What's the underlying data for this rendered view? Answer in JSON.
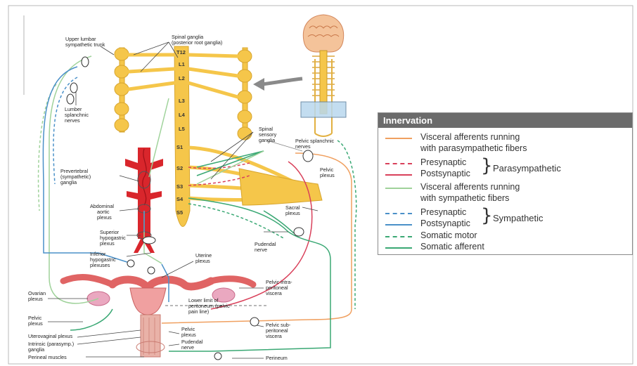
{
  "diagram": {
    "spine_labels": [
      "T12",
      "L1",
      "L2",
      "L3",
      "L4",
      "L5",
      "S1",
      "S2",
      "S3",
      "S4",
      "S5"
    ],
    "labels": {
      "upper_lumbar_1": "Upper lumbar",
      "upper_lumbar_2": "sympathetic trunk",
      "spinal_ganglia_1": "Spinal ganglia",
      "spinal_ganglia_2": "(posterior root ganglia)",
      "lumbar_splanchnic_1": "Lumber",
      "lumbar_splanchnic_2": "splanchnic",
      "lumbar_splanchnic_3": "nerves",
      "spinal_sensory_1": "Spinal",
      "spinal_sensory_2": "sensory",
      "spinal_sensory_3": "ganglia",
      "pelvic_splanchnic_1": "Pelvic splanchnic",
      "pelvic_splanchnic_2": "nerves",
      "pelvic_plexus_r1": "Pelvic",
      "pelvic_plexus_r2": "plexus",
      "prevertebral_1": "Prevertebral",
      "prevertebral_2": "(sympathetic)",
      "prevertebral_3": "ganglia",
      "abdominal_aortic_1": "Abdominal",
      "abdominal_aortic_2": "aortic",
      "abdominal_aortic_3": "plexus",
      "sacral_plexus_1": "Sacral",
      "sacral_plexus_2": "plexus",
      "superior_hypogastric_1": "Superior",
      "superior_hypogastric_2": "hypogastric",
      "superior_hypogastric_3": "plexus",
      "pudendal_nerve_1": "Pudendal",
      "pudendal_nerve_2": "nerve",
      "inferior_hypogastric_1": "Inferior",
      "inferior_hypogastric_2": "hypogastric",
      "inferior_hypogastric_3": "plexuses",
      "uterine_plexus_1": "Uterine",
      "uterine_plexus_2": "plexus",
      "ovarian_plexus_1": "Ovarian",
      "ovarian_plexus_2": "plexus",
      "pelvic_intra_1": "Pelvic intra-",
      "pelvic_intra_2": "peritoneal",
      "pelvic_intra_3": "viscera",
      "lower_limit_1": "Lower limit of",
      "lower_limit_2": "peritoneum (pelvic",
      "lower_limit_3": "pain line)",
      "pelvic_plexus_l1": "Pelvic",
      "pelvic_plexus_l2": "plexus",
      "pelvic_sub_1": "Pelvic sub-",
      "pelvic_sub_2": "peritoneal",
      "pelvic_sub_3": "viscera",
      "uterovaginal": "Uterovaginal plexus",
      "pelvic_plexus_c1": "Pelvic",
      "pelvic_plexus_c2": "plexus",
      "intrinsic_1": "Intrinsic (parasymp.)",
      "intrinsic_2": "ganglia",
      "pudendal_c1": "Pudendal",
      "pudendal_c2": "nerve",
      "perineal_muscles": "Perineal muscles",
      "perineum": "Perineum"
    }
  },
  "legend": {
    "title": "Innervation",
    "visceral_para_1": "Visceral afferents running",
    "visceral_para_2": "with parasympathetic fibers",
    "para_pre": "Presynaptic",
    "para_post": "Postsynaptic",
    "para_group": "Parasympathetic",
    "visceral_symp_1": "Visceral afferents running",
    "visceral_symp_2": "with sympathetic fibers",
    "symp_pre": "Presynaptic",
    "symp_post": "Postsynaptic",
    "symp_group": "Sympathetic",
    "somatic_motor": "Somatic motor",
    "somatic_afferent": "Somatic afferent"
  },
  "colors": {
    "visceral_parasympathetic": "#f0a060",
    "parasympathetic": "#d9405a",
    "visceral_sympathetic": "#9fd29a",
    "sympathetic": "#4a90c8",
    "somatic": "#3aa874",
    "nerve": "#f5c64a",
    "artery": "#d9262c"
  }
}
